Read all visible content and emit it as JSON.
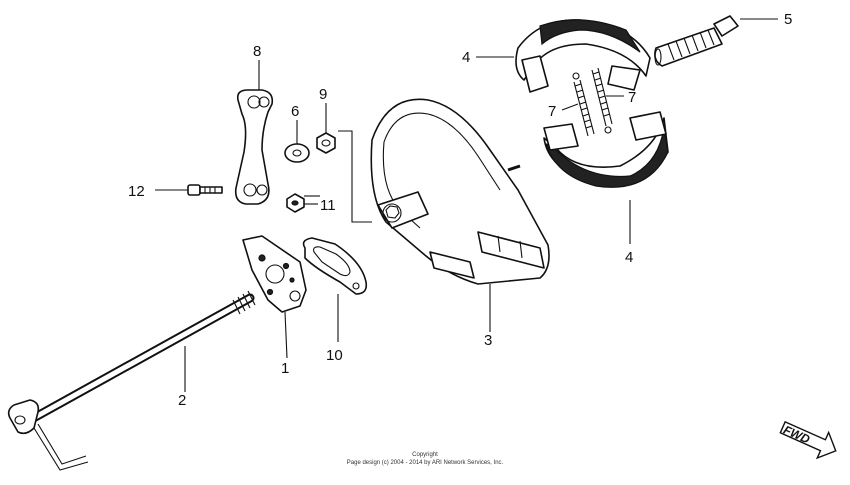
{
  "callouts": [
    {
      "id": "label-1",
      "text": "1"
    },
    {
      "id": "label-2",
      "text": "2"
    },
    {
      "id": "label-3",
      "text": "3"
    },
    {
      "id": "label-4-top",
      "text": "4"
    },
    {
      "id": "label-4-bottom",
      "text": "4"
    },
    {
      "id": "label-5",
      "text": "5"
    },
    {
      "id": "label-6",
      "text": "6"
    },
    {
      "id": "label-7-left",
      "text": "7"
    },
    {
      "id": "label-7-right",
      "text": "7"
    },
    {
      "id": "label-8",
      "text": "8"
    },
    {
      "id": "label-9",
      "text": "9"
    },
    {
      "id": "label-10",
      "text": "10"
    },
    {
      "id": "label-11",
      "text": "11"
    },
    {
      "id": "label-12",
      "text": "12"
    }
  ],
  "copyright": {
    "line1": "Copyright",
    "line2": "Page design (c) 2004 - 2014 by ARI Network Services, Inc."
  },
  "fwd_label": "FWD"
}
